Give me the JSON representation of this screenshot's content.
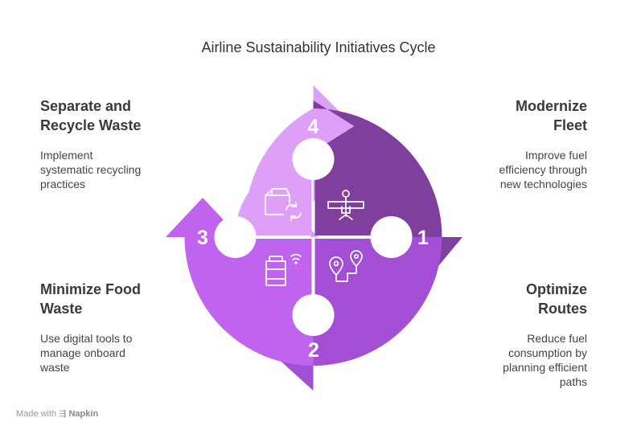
{
  "title": "Airline Sustainability Initiatives Cycle",
  "steps": [
    {
      "number": "1",
      "heading_line1": "Modernize",
      "heading_line2": "Fleet",
      "desc_line1": "Improve fuel",
      "desc_line2": "efficiency through",
      "desc_line3": "new technologies",
      "desc_line4": "",
      "icon": "airplane-icon",
      "color": "#7f3f9f"
    },
    {
      "number": "2",
      "heading_line1": "Optimize",
      "heading_line2": "Routes",
      "desc_line1": "Reduce fuel",
      "desc_line2": "consumption by",
      "desc_line3": "planning efficient",
      "desc_line4": "paths",
      "icon": "route-pins-icon",
      "color": "#a24fd6"
    },
    {
      "number": "3",
      "heading_line1": "Minimize Food",
      "heading_line2": "Waste",
      "desc_line1": "Use digital tools to",
      "desc_line2": "manage onboard",
      "desc_line3": "waste",
      "desc_line4": "",
      "icon": "smart-bin-icon",
      "color": "#c064f0"
    },
    {
      "number": "4",
      "heading_line1": "Separate and",
      "heading_line2": "Recycle Waste",
      "desc_line1": "Implement",
      "desc_line2": "systematic recycling",
      "desc_line3": "practices",
      "desc_line4": "",
      "icon": "recycle-box-icon",
      "color": "#dea0f7"
    }
  ],
  "footer": {
    "prefix": "Made with",
    "brand": "Napkin"
  }
}
